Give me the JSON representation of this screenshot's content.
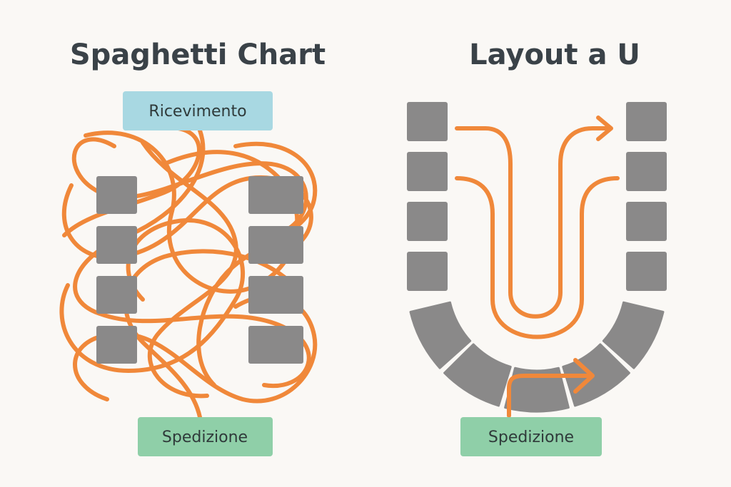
{
  "left_panel": {
    "title": "Spaghetti Chart",
    "top_label": "Ricevimento",
    "bottom_label": "Spedizione"
  },
  "right_panel": {
    "title": "Layout a U",
    "bottom_label": "Spedizione"
  },
  "colors": {
    "background": "#faf8f5",
    "station": "#8a8989",
    "flow": "#f0883a",
    "receiving": "#a8d8e2",
    "shipping": "#8fcfa8",
    "text": "#3a4248"
  }
}
